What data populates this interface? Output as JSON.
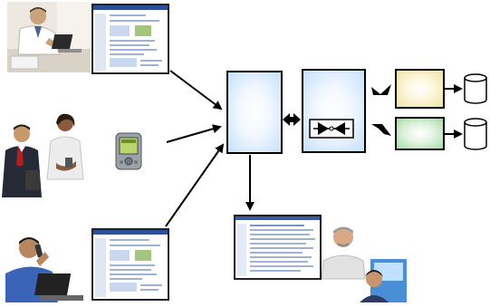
{
  "diagram": {
    "nodes": [
      {
        "id": "client-laptop-user",
        "icon": "person-laptop-icon"
      },
      {
        "id": "client-web-page-1",
        "icon": "browser-screenshot-icon"
      },
      {
        "id": "client-mobile-users",
        "icon": "business-people-icon"
      },
      {
        "id": "client-pda",
        "icon": "pda-icon"
      },
      {
        "id": "client-phone-user",
        "icon": "person-phone-icon"
      },
      {
        "id": "client-web-page-2",
        "icon": "browser-screenshot-icon"
      },
      {
        "id": "gateway-box"
      },
      {
        "id": "processing-box"
      },
      {
        "id": "routing-component",
        "icon": "router-icon"
      },
      {
        "id": "service-yellow"
      },
      {
        "id": "service-green"
      },
      {
        "id": "database-1",
        "icon": "database-icon"
      },
      {
        "id": "database-2",
        "icon": "database-icon"
      },
      {
        "id": "admin-console",
        "icon": "browser-screenshot-icon"
      },
      {
        "id": "admin-users",
        "icon": "people-icon"
      }
    ],
    "colors": {
      "box_blue": "#c6e0fb",
      "box_yellow": "#efe2a4",
      "box_green": "#a4dba4",
      "stroke": "#000000"
    }
  }
}
